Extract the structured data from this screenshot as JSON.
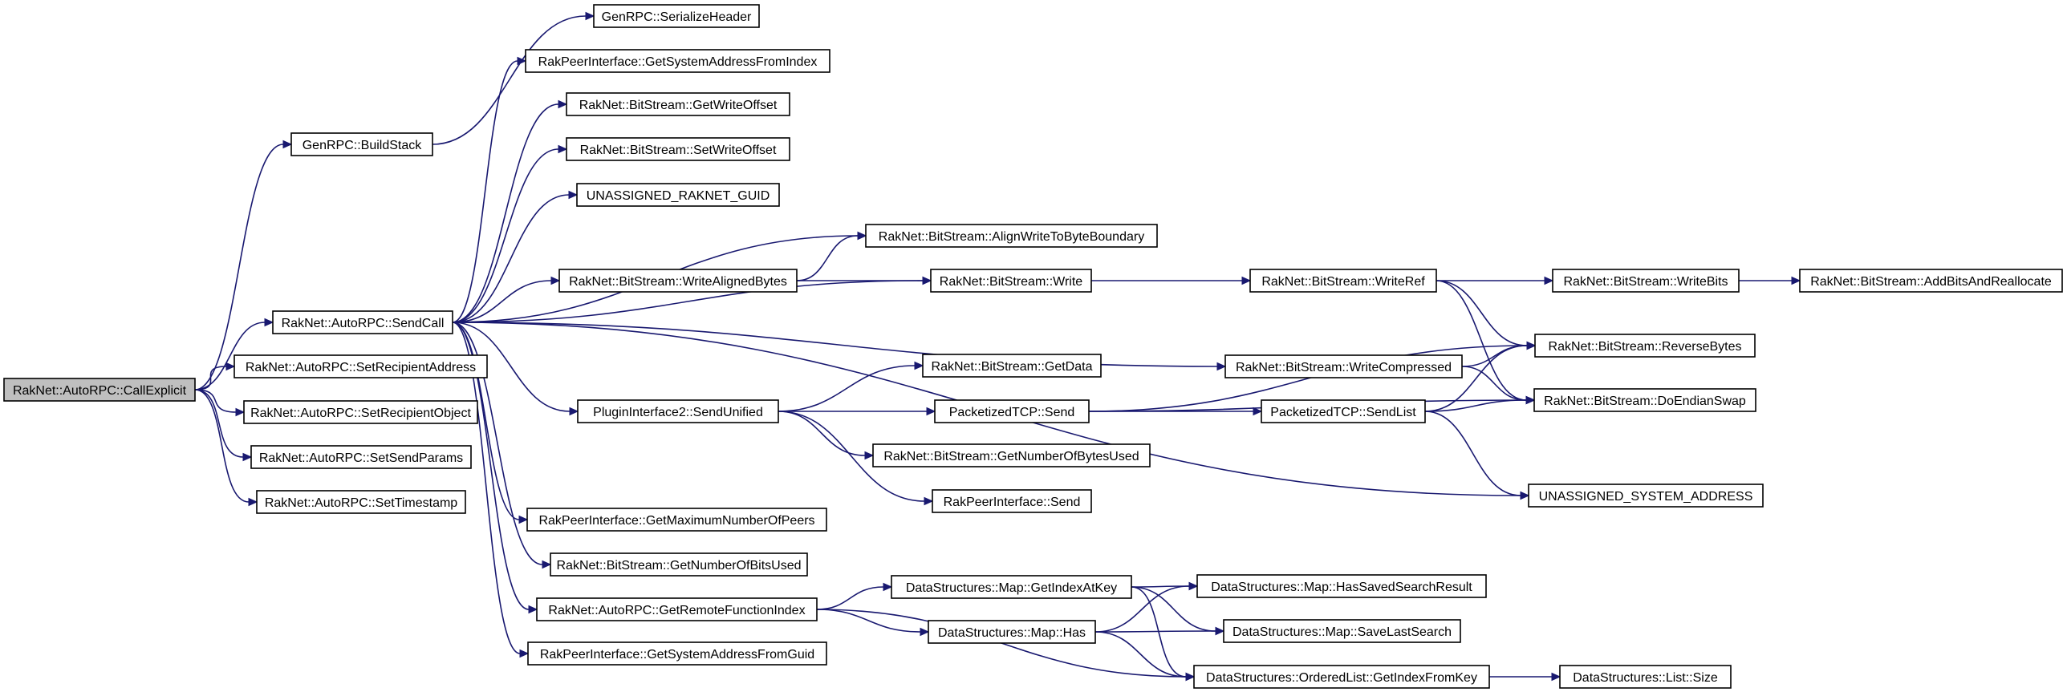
{
  "graph": {
    "type": "call-graph",
    "edge_color": "#191970",
    "root_fill": "#bfbfbf",
    "node_fill": "#ffffff",
    "nodes": [
      {
        "id": "n0",
        "label": "RakNet::AutoRPC::CallExplicit",
        "root": true
      },
      {
        "id": "n1",
        "label": "GenRPC::BuildStack"
      },
      {
        "id": "n2",
        "label": "GenRPC::SerializeHeader"
      },
      {
        "id": "n3",
        "label": "RakNet::AutoRPC::SendCall"
      },
      {
        "id": "n4",
        "label": "RakNet::AutoRPC::SetRecipientAddress"
      },
      {
        "id": "n5",
        "label": "RakNet::AutoRPC::SetRecipientObject"
      },
      {
        "id": "n6",
        "label": "RakNet::AutoRPC::SetSendParams"
      },
      {
        "id": "n7",
        "label": "RakNet::AutoRPC::SetTimestamp"
      },
      {
        "id": "n8",
        "label": "RakPeerInterface::GetSystemAddressFromIndex"
      },
      {
        "id": "n9",
        "label": "RakNet::BitStream::GetWriteOffset"
      },
      {
        "id": "n10",
        "label": "RakNet::BitStream::SetWriteOffset"
      },
      {
        "id": "n11",
        "label": "UNASSIGNED_RAKNET_GUID"
      },
      {
        "id": "n12",
        "label": "RakNet::BitStream::WriteAlignedBytes"
      },
      {
        "id": "n13",
        "label": "PluginInterface2::SendUnified"
      },
      {
        "id": "n14",
        "label": "RakPeerInterface::GetMaximumNumberOfPeers"
      },
      {
        "id": "n15",
        "label": "RakNet::BitStream::GetNumberOfBitsUsed"
      },
      {
        "id": "n16",
        "label": "RakNet::AutoRPC::GetRemoteFunctionIndex"
      },
      {
        "id": "n17",
        "label": "RakPeerInterface::GetSystemAddressFromGuid"
      },
      {
        "id": "n18",
        "label": "RakNet::BitStream::AlignWriteToByteBoundary"
      },
      {
        "id": "n19",
        "label": "RakNet::BitStream::Write"
      },
      {
        "id": "n20",
        "label": "RakNet::BitStream::GetData"
      },
      {
        "id": "n21",
        "label": "PacketizedTCP::Send"
      },
      {
        "id": "n22",
        "label": "RakNet::BitStream::GetNumberOfBytesUsed"
      },
      {
        "id": "n23",
        "label": "RakPeerInterface::Send"
      },
      {
        "id": "n24",
        "label": "DataStructures::Map::GetIndexAtKey"
      },
      {
        "id": "n25",
        "label": "DataStructures::Map::Has"
      },
      {
        "id": "n26",
        "label": "RakNet::BitStream::WriteRef"
      },
      {
        "id": "n27",
        "label": "RakNet::BitStream::WriteCompressed"
      },
      {
        "id": "n28",
        "label": "PacketizedTCP::SendList"
      },
      {
        "id": "n29",
        "label": "DataStructures::Map::HasSavedSearchResult"
      },
      {
        "id": "n30",
        "label": "DataStructures::Map::SaveLastSearch"
      },
      {
        "id": "n31",
        "label": "DataStructures::OrderedList::GetIndexFromKey"
      },
      {
        "id": "n32",
        "label": "RakNet::BitStream::WriteBits"
      },
      {
        "id": "n33",
        "label": "RakNet::BitStream::ReverseBytes"
      },
      {
        "id": "n34",
        "label": "RakNet::BitStream::DoEndianSwap"
      },
      {
        "id": "n35",
        "label": "UNASSIGNED_SYSTEM_ADDRESS"
      },
      {
        "id": "n36",
        "label": "DataStructures::List::Size"
      },
      {
        "id": "n37",
        "label": "RakNet::BitStream::AddBitsAndReallocate"
      }
    ],
    "edges": [
      [
        "n0",
        "n1"
      ],
      [
        "n0",
        "n3"
      ],
      [
        "n0",
        "n4"
      ],
      [
        "n0",
        "n5"
      ],
      [
        "n0",
        "n6"
      ],
      [
        "n0",
        "n7"
      ],
      [
        "n1",
        "n2"
      ],
      [
        "n3",
        "n8"
      ],
      [
        "n3",
        "n9"
      ],
      [
        "n3",
        "n10"
      ],
      [
        "n3",
        "n11"
      ],
      [
        "n3",
        "n18"
      ],
      [
        "n3",
        "n12"
      ],
      [
        "n3",
        "n19"
      ],
      [
        "n3",
        "n27"
      ],
      [
        "n3",
        "n13"
      ],
      [
        "n3",
        "n35"
      ],
      [
        "n3",
        "n14"
      ],
      [
        "n3",
        "n15"
      ],
      [
        "n3",
        "n16"
      ],
      [
        "n3",
        "n17"
      ],
      [
        "n12",
        "n18"
      ],
      [
        "n12",
        "n19"
      ],
      [
        "n19",
        "n26"
      ],
      [
        "n26",
        "n32"
      ],
      [
        "n26",
        "n33"
      ],
      [
        "n26",
        "n34"
      ],
      [
        "n32",
        "n37"
      ],
      [
        "n27",
        "n33"
      ],
      [
        "n27",
        "n34"
      ],
      [
        "n13",
        "n20"
      ],
      [
        "n13",
        "n21"
      ],
      [
        "n13",
        "n22"
      ],
      [
        "n13",
        "n23"
      ],
      [
        "n21",
        "n28"
      ],
      [
        "n21",
        "n33"
      ],
      [
        "n21",
        "n34"
      ],
      [
        "n28",
        "n33"
      ],
      [
        "n28",
        "n34"
      ],
      [
        "n28",
        "n35"
      ],
      [
        "n16",
        "n24"
      ],
      [
        "n16",
        "n25"
      ],
      [
        "n16",
        "n31"
      ],
      [
        "n24",
        "n29"
      ],
      [
        "n24",
        "n30"
      ],
      [
        "n24",
        "n31"
      ],
      [
        "n25",
        "n29"
      ],
      [
        "n25",
        "n30"
      ],
      [
        "n25",
        "n31"
      ],
      [
        "n31",
        "n36"
      ]
    ]
  }
}
